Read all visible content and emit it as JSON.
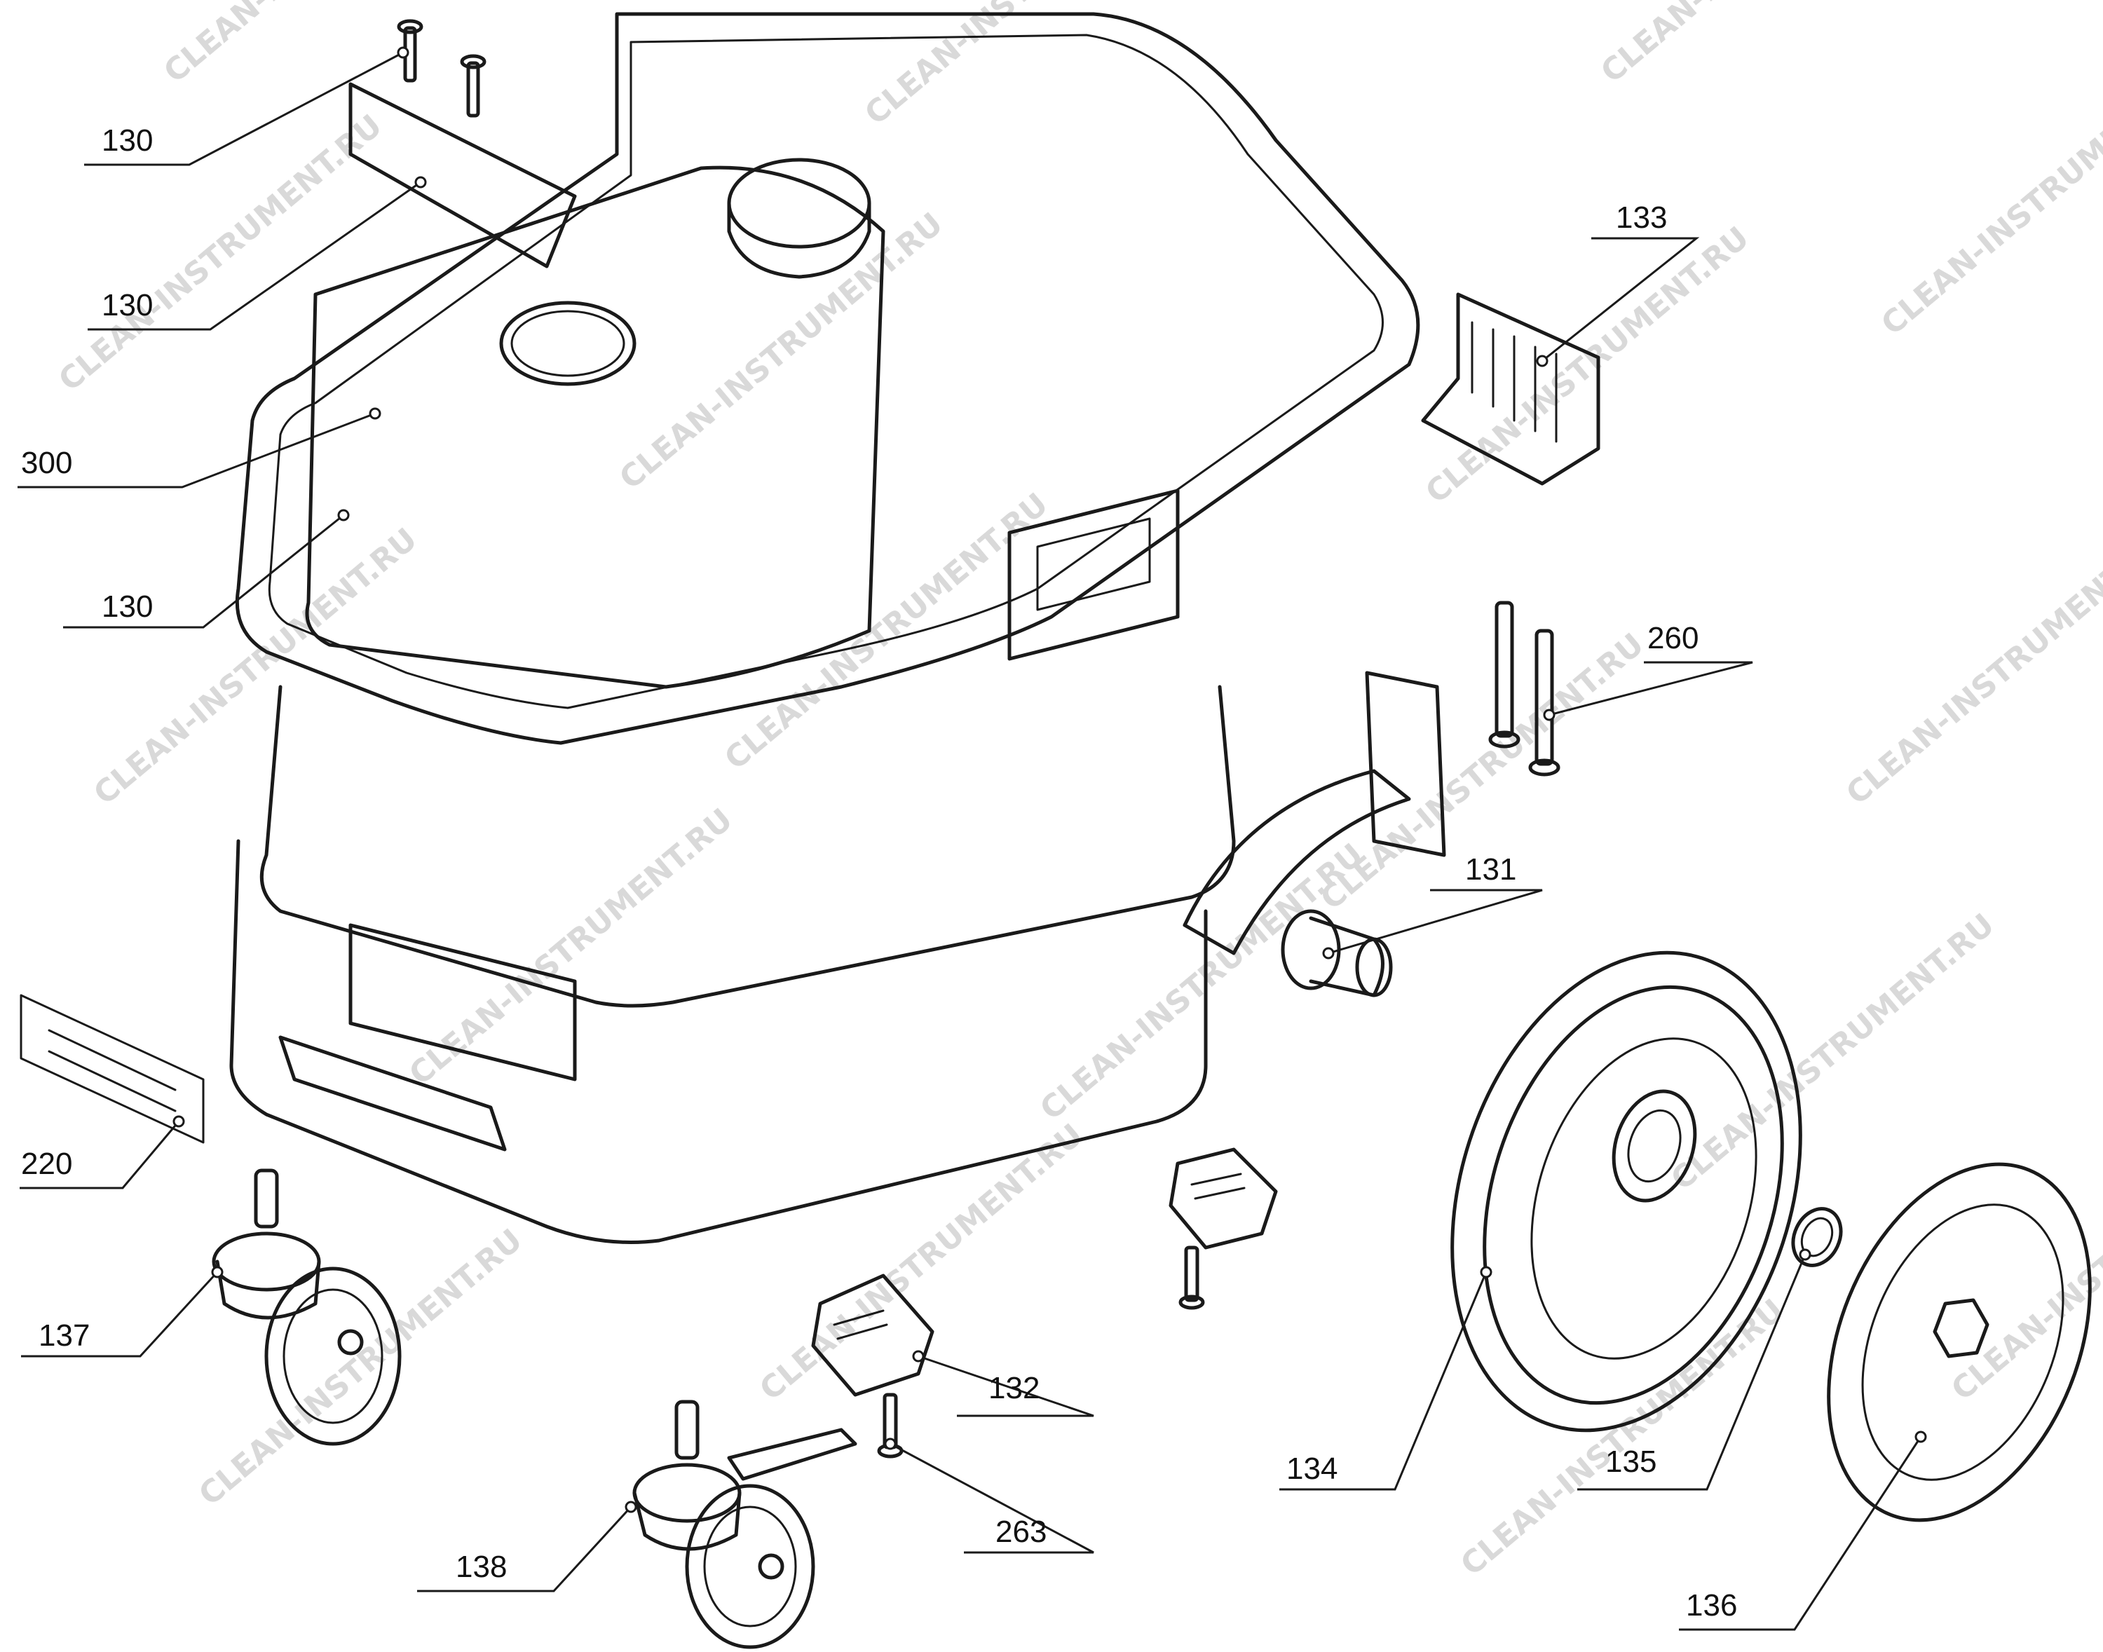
{
  "watermark": "CLEAN-INSTRUMENT.RU",
  "callouts": [
    {
      "id": "130a",
      "text": "130"
    },
    {
      "id": "130b",
      "text": "130"
    },
    {
      "id": "300",
      "text": "300"
    },
    {
      "id": "130c",
      "text": "130"
    },
    {
      "id": "220",
      "text": "220"
    },
    {
      "id": "137",
      "text": "137"
    },
    {
      "id": "138",
      "text": "138"
    },
    {
      "id": "263",
      "text": "263"
    },
    {
      "id": "132",
      "text": "132"
    },
    {
      "id": "133",
      "text": "133"
    },
    {
      "id": "260",
      "text": "260"
    },
    {
      "id": "131",
      "text": "131"
    },
    {
      "id": "134",
      "text": "134"
    },
    {
      "id": "135",
      "text": "135"
    },
    {
      "id": "136",
      "text": "136"
    }
  ]
}
